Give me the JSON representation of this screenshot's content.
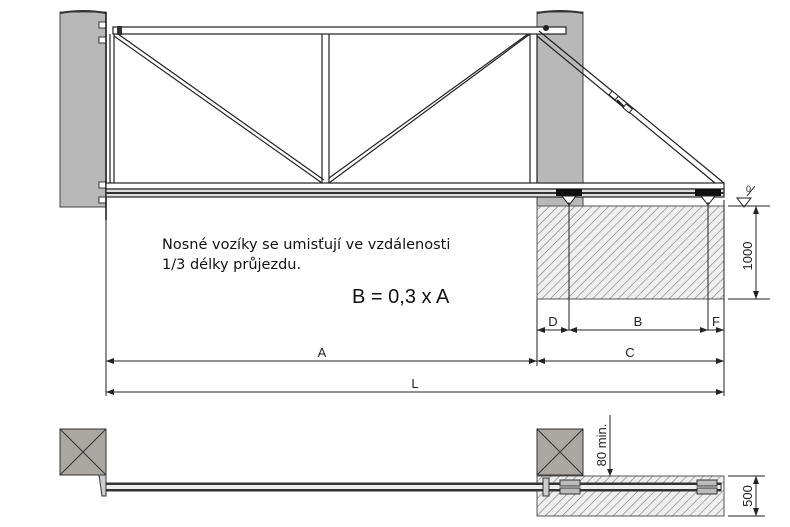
{
  "drawing": {
    "note_line1": "Nosné vozíky se umisťují ve vzdálenosti",
    "note_line2": "1/3 délky průjezdu.",
    "formula": "B = 0,3 x A",
    "dimensions": {
      "A": "A",
      "B": "B",
      "C": "C",
      "D": "D",
      "F": "F",
      "L": "L",
      "foundation_depth": "1000",
      "foundation_width": "500",
      "clearance": "80 min.",
      "level_mark": "0"
    },
    "colors": {
      "post": "#b8b8b8",
      "line": "#222222",
      "hatch": "#8a8a8a"
    }
  }
}
